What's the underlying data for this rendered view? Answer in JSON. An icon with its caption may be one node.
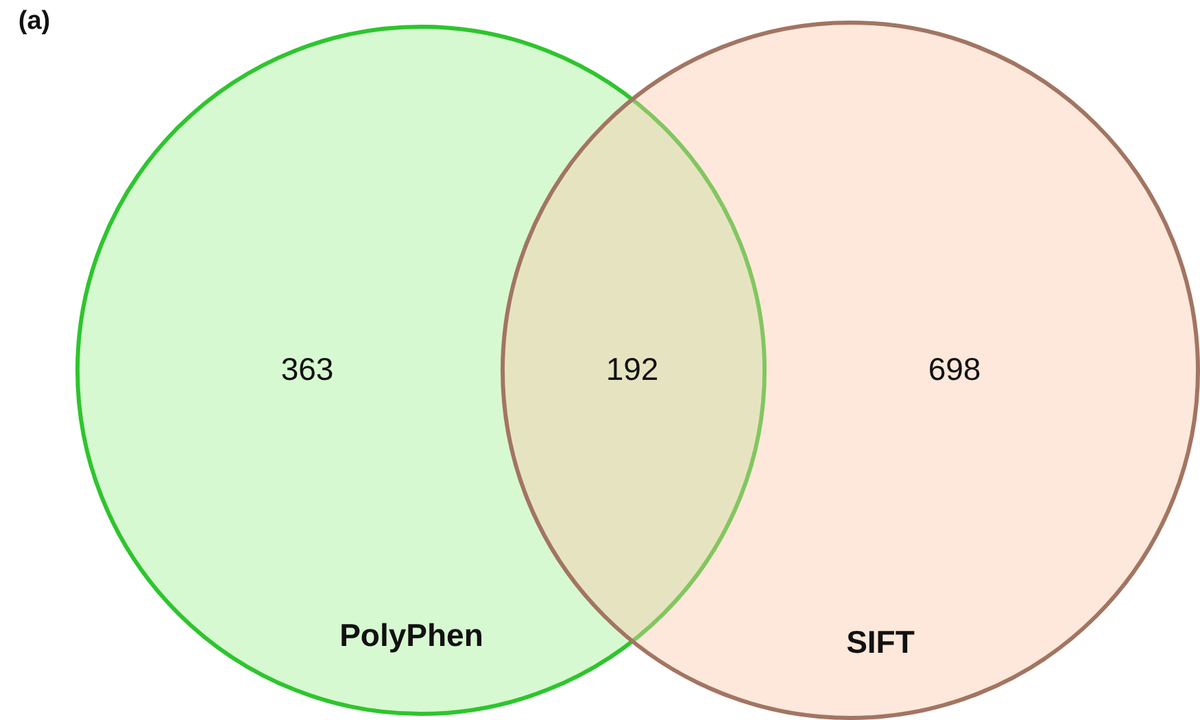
{
  "diagram": {
    "nodes": [
      {
        "text": [
          "PolyPhen"
        ]
      },
      {
        "text": [
          "SIFT"
        ]
      }
    ],
    "labels": [
      "(a)",
      "363",
      "192",
      "698"
    ]
  }
}
